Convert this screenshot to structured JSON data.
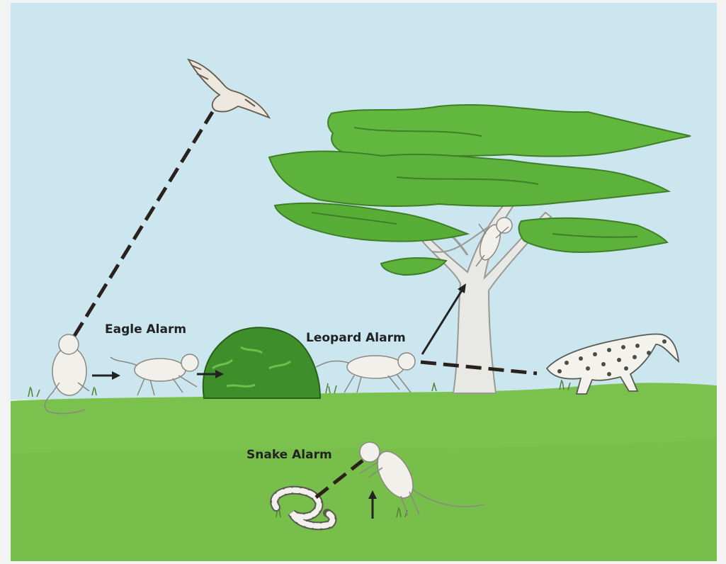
{
  "labels": {
    "eagle": "Eagle Alarm",
    "leopard": "Leopard Alarm",
    "snake": "Snake Alarm"
  },
  "colors": {
    "sky": "#cbe6ef",
    "grass": "#7bc14d",
    "tree_foliage": "#62b83f",
    "bush": "#3f8e2c",
    "monkey_fur": "#f1f0ea",
    "dashes": "#2a211c"
  }
}
